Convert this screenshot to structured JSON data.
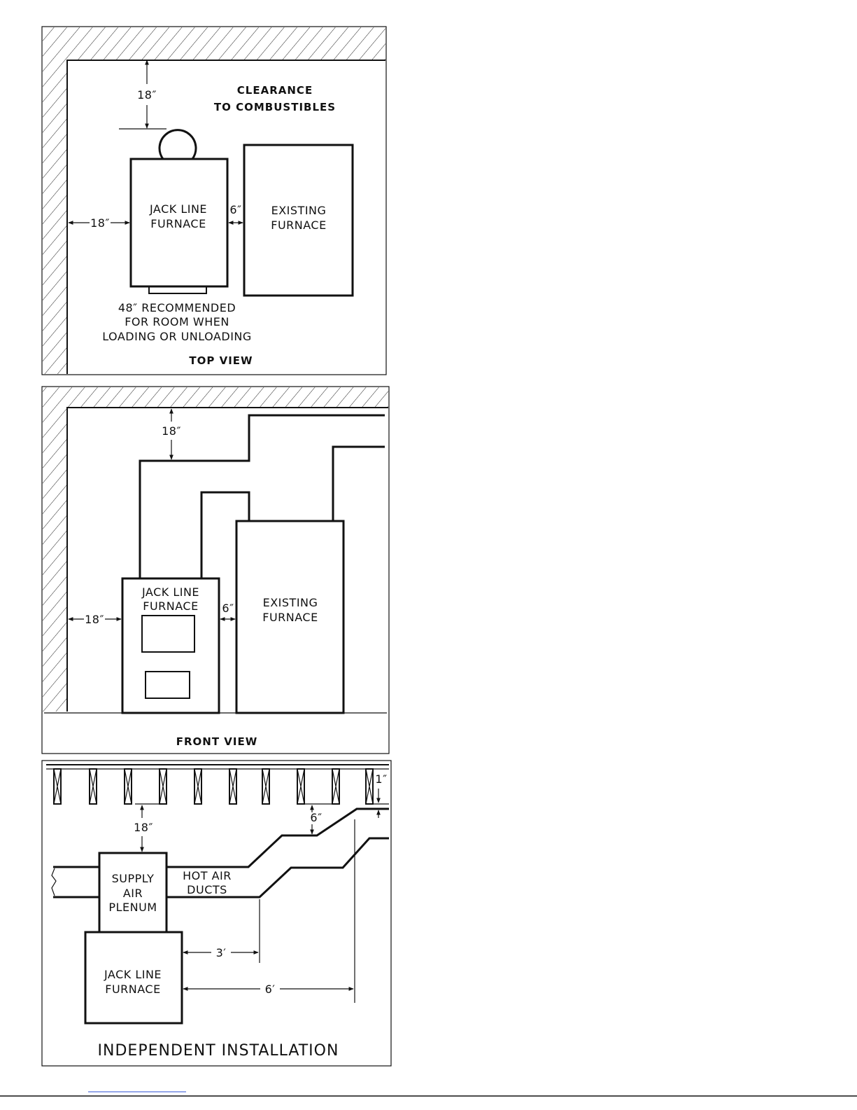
{
  "top_view": {
    "title": "TOP VIEW",
    "heading_line1": "CLEARANCE",
    "heading_line2": "TO COMBUSTIBLES",
    "rear_clearance": "18″",
    "side_clearance": "18″",
    "gap_clearance": "6″",
    "jack_line": [
      "JACK LINE",
      "FURNACE"
    ],
    "existing": [
      "EXISTING",
      "FURNACE"
    ],
    "note": [
      "48″ RECOMMENDED",
      "FOR ROOM WHEN",
      "LOADING OR UNLOADING"
    ]
  },
  "front_view": {
    "title": "FRONT VIEW",
    "top_clearance": "18″",
    "side_clearance": "18″",
    "gap_clearance": "6″",
    "jack_line": [
      "JACK LINE",
      "FURNACE"
    ],
    "existing": [
      "EXISTING",
      "FURNACE"
    ]
  },
  "independent": {
    "title": "INDEPENDENT INSTALLATION",
    "plenum_clearance": "18″",
    "duct_clearance": "6″",
    "joist_clearance": "1″",
    "distance_near": "3′",
    "distance_far": "6′",
    "plenum": [
      "SUPPLY",
      "AIR",
      "PLENUM"
    ],
    "ducts": [
      "HOT AIR",
      "DUCTS"
    ],
    "jack_line": [
      "JACK LINE",
      "FURNACE"
    ]
  }
}
